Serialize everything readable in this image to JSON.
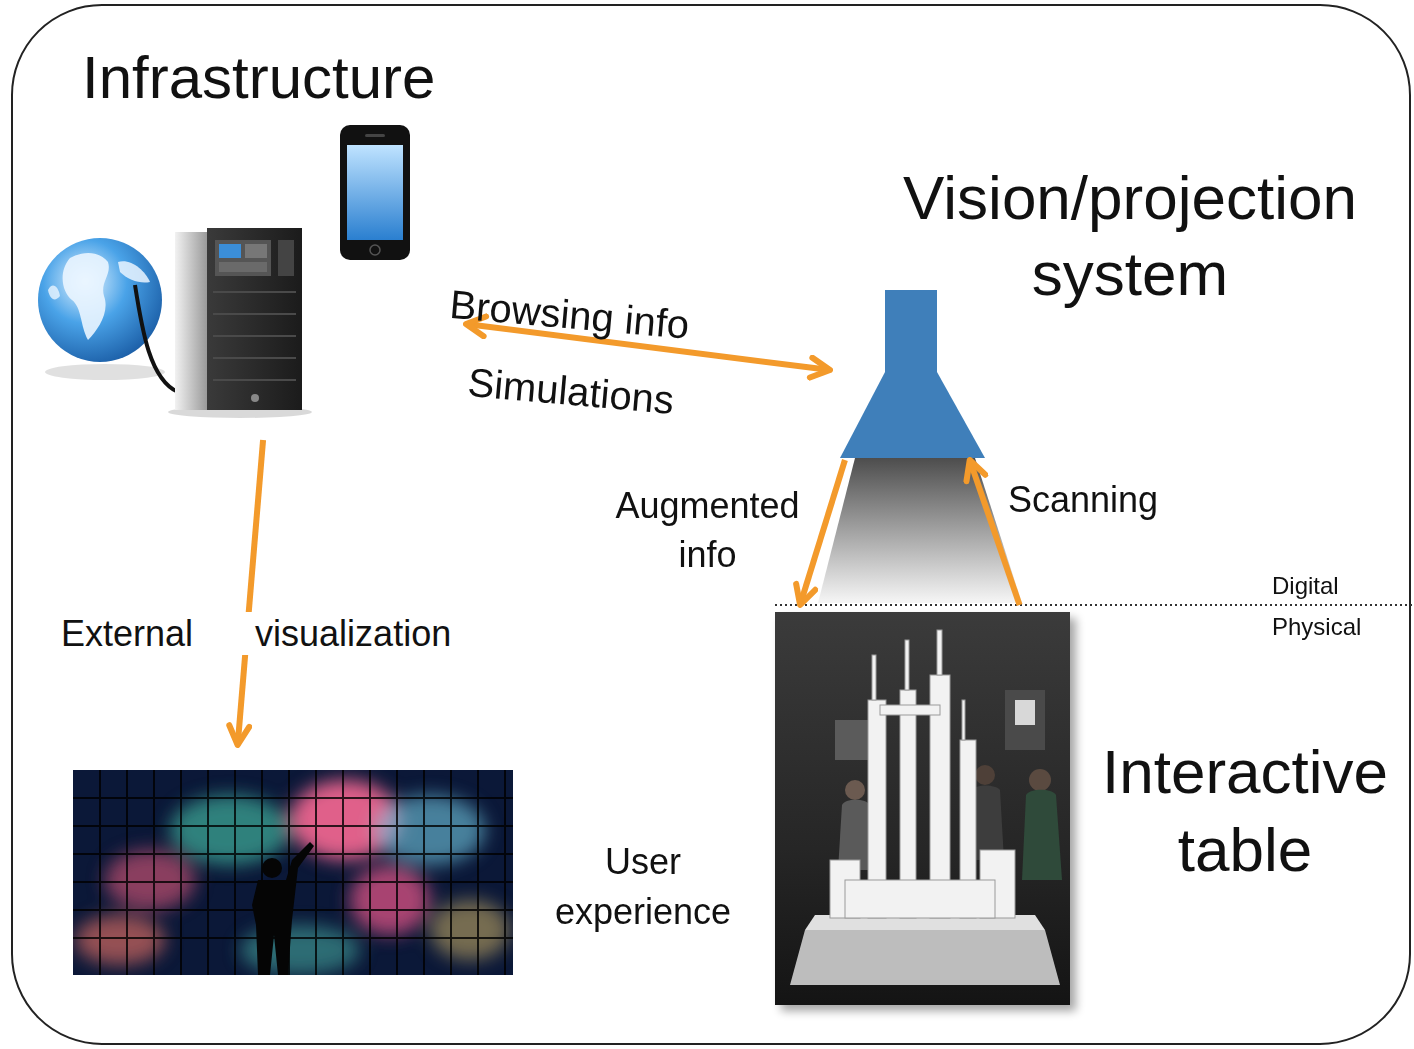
{
  "diagram": {
    "nodes": [
      {
        "text": [
          "Infrastructure"
        ]
      },
      {
        "text": [
          "Vision/projection system"
        ]
      },
      {
        "text": [
          "Interactive table"
        ]
      },
      {
        "text": [
          "User experience"
        ]
      }
    ],
    "edges": [
      {
        "from": 0,
        "to": 1,
        "arrow": "both",
        "label": "Browsing info"
      },
      {
        "from": 1,
        "to": 2,
        "arrow": "to",
        "label": "Augmented info"
      },
      {
        "from": 2,
        "to": 1,
        "arrow": "to",
        "label": "Scanning"
      },
      {
        "from": 0,
        "to": 3,
        "arrow": "to",
        "label": "External visualization"
      }
    ],
    "labels": [
      "Simulations",
      "Digital",
      "Physical"
    ]
  }
}
